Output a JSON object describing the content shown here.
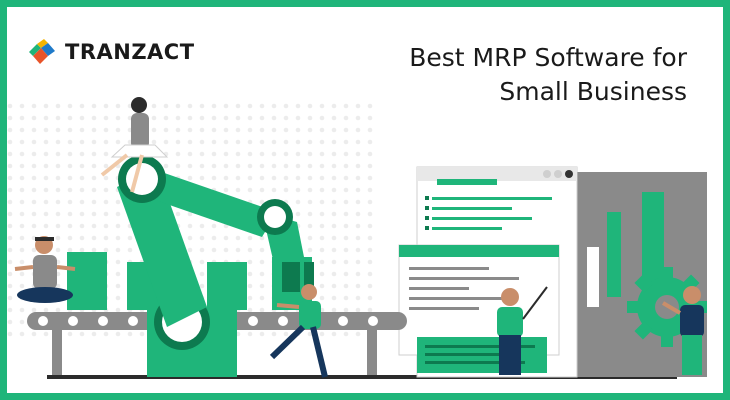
{
  "brand": {
    "name": "TRANZACT",
    "accent": "#1fb57a",
    "dark_green": "#0d7a4f",
    "gray": "#8a8a8a"
  },
  "headline": {
    "line1": "Best MRP Software for",
    "line2": "Small Business"
  },
  "icons": [
    "tranzact-logo-icon",
    "robotic-arm-illustration",
    "conveyor-belt-illustration",
    "dashboard-screen-illustration",
    "gear-icon",
    "bar-chart-illustration"
  ]
}
